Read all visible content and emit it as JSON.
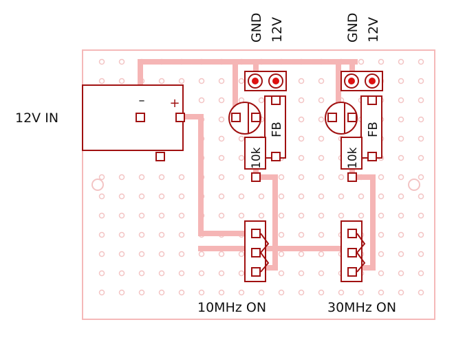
{
  "diagram": {
    "input_label": "12V IN",
    "polarity_minus": "–",
    "polarity_plus": "+",
    "header_pins": [
      "GND",
      "12V"
    ],
    "circuits": [
      {
        "resistor_label": "10k",
        "fb_label": "FB",
        "switch_label": "10MHz ON"
      },
      {
        "resistor_label": "10k",
        "fb_label": "FB",
        "switch_label": "30MHz ON"
      }
    ]
  },
  "colors": {
    "board_outline": "#f5b8b8",
    "grid_hole": "#f3c4c4",
    "trace": "#f5b5b5",
    "component_outline": "#a01010",
    "pad_fill": "#ffffff",
    "header_pad": "#dd1111",
    "text": "#111111"
  }
}
